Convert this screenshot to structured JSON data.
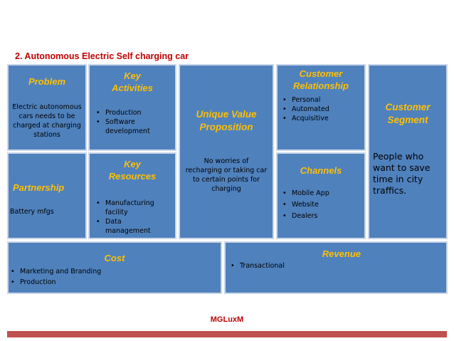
{
  "title": "2. Autonomous Electric Self charging car",
  "problem": {
    "heading": "Problem",
    "lines": [
      "Electric autonomous",
      "cars needs to be",
      "charged at charging",
      "stations"
    ]
  },
  "partnership": {
    "heading": "Partnership",
    "text": "Battery mfgs"
  },
  "key_activities": {
    "heading_lines": [
      "Key",
      "Activities"
    ],
    "bullets": [
      [
        "Production"
      ],
      [
        "Software",
        "development"
      ]
    ]
  },
  "key_resources": {
    "heading_lines": [
      "Key",
      "Resources"
    ],
    "bullets": [
      [
        "Manufacturing",
        "facility"
      ],
      [
        "Data",
        "management"
      ]
    ]
  },
  "uvp": {
    "heading_lines": [
      "Unique Value",
      "Proposition"
    ],
    "lines": [
      "No worries of",
      "recharging or taking car",
      "to certain points for",
      "charging"
    ]
  },
  "customer_relationship": {
    "heading_lines": [
      "Customer",
      "Relationship"
    ],
    "bullets": [
      "Personal",
      "Automated",
      "Acquisitive"
    ]
  },
  "channels": {
    "heading": "Channels",
    "bullets": [
      "Mobile App",
      "Website",
      "Dealers"
    ]
  },
  "customer_segment": {
    "heading_lines": [
      "Customer",
      "Segment"
    ],
    "lines": [
      "People who",
      "want to save",
      "time in city",
      "traffics."
    ]
  },
  "cost": {
    "heading": "Cost",
    "bullets": [
      "Marketing and Branding",
      "Production"
    ]
  },
  "revenue": {
    "heading": "Revenue",
    "bullets": [
      "Transactional"
    ]
  },
  "footer": "MGLuxM",
  "colors": {
    "box_fill": "#4f81bd",
    "heading": "#ffc000",
    "title": "#c00000",
    "bar": "#c0504d"
  }
}
